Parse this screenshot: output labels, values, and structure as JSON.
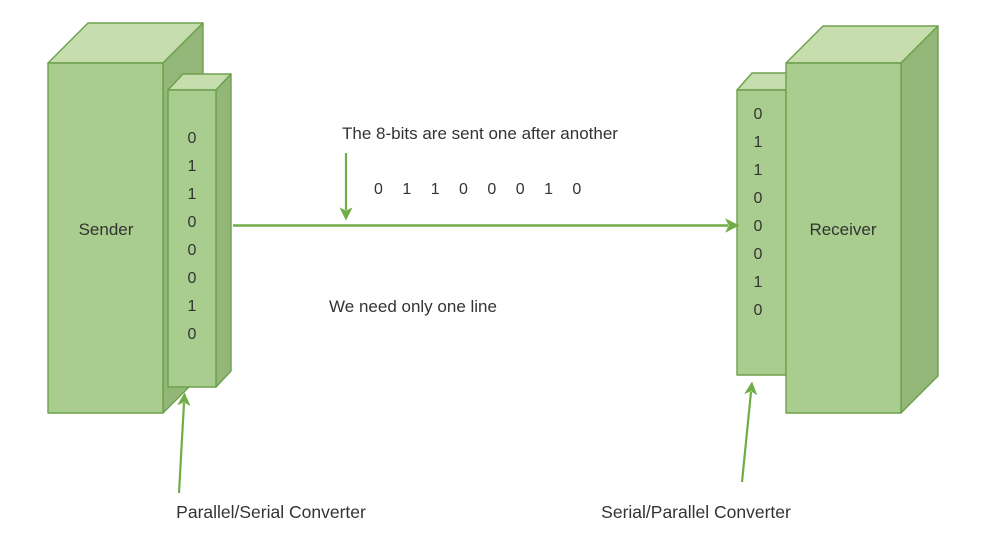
{
  "boxes": {
    "sender": {
      "label": "Sender"
    },
    "receiver": {
      "label": "Receiver"
    }
  },
  "converters": {
    "parallel_serial": {
      "label": "Parallel/Serial Converter",
      "bits": [
        "0",
        "1",
        "1",
        "0",
        "0",
        "0",
        "1",
        "0"
      ]
    },
    "serial_parallel": {
      "label": "Serial/Parallel Converter",
      "bits": [
        "0",
        "1",
        "1",
        "0",
        "0",
        "0",
        "1",
        "0"
      ]
    }
  },
  "annotations": {
    "top_note": "The 8-bits are sent one after another",
    "serial_stream": "0 1 1 0 0 0 1 0",
    "bottom_note": "We need only one line"
  },
  "colors": {
    "box_front": "#a9cd8e",
    "box_top": "#c6deae",
    "box_side": "#93b778",
    "box_stroke": "#6da04b",
    "arrow": "#70ad47",
    "text": "#333333",
    "background": "#ffffff"
  }
}
